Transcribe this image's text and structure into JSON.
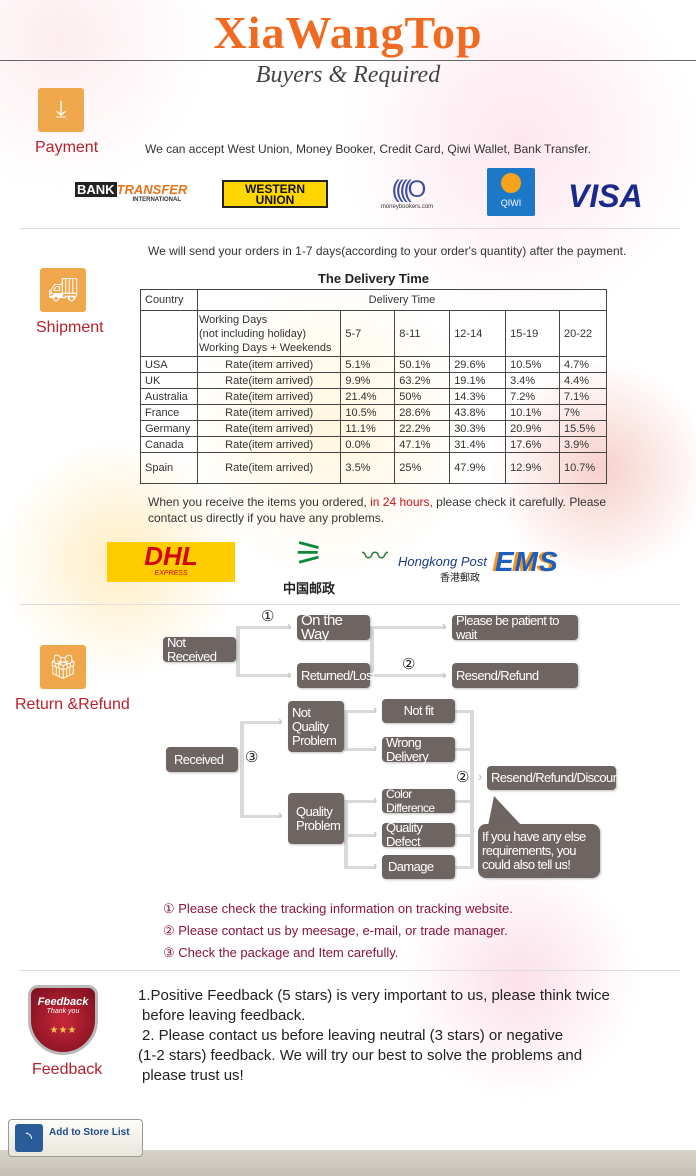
{
  "header": {
    "title": "XiaWangTop",
    "subtitle": "Buyers & Required"
  },
  "payment": {
    "label": "Payment",
    "text": "We can accept West Union, Money Booker, Credit Card, Qiwi Wallet, Bank Transfer.",
    "logos": {
      "bank": "BANK",
      "transfer": "TRANSFER",
      "international": "INTERNATIONAL",
      "western": "WESTERN",
      "union": "UNION",
      "moneybookers": "moneybookers.com",
      "qiwi": "QIWI",
      "visa": "VISA"
    }
  },
  "shipment": {
    "label": "Shipment",
    "intro": "We will send your orders in 1-7 days(according to your order's quantity) after the payment.",
    "table_title": "The Delivery Time",
    "headers": {
      "country": "Country",
      "delivery": "Delivery Time",
      "days_desc": [
        "Working Days",
        "(not including holiday)",
        "Working Days + Weekends"
      ],
      "ranges": [
        "5-7",
        "8-11",
        "12-14",
        "15-19",
        "20-22"
      ]
    },
    "rows": [
      {
        "country": "USA",
        "metric": "Rate(item arrived)",
        "values": [
          "5.1%",
          "50.1%",
          "29.6%",
          "10.5%",
          "4.7%"
        ]
      },
      {
        "country": "UK",
        "metric": "Rate(item arrived)",
        "values": [
          "9.9%",
          "63.2%",
          "19.1%",
          "3.4%",
          "4.4%"
        ]
      },
      {
        "country": "Australia",
        "metric": "Rate(item arrived)",
        "values": [
          "21.4%",
          "50%",
          "14.3%",
          "7.2%",
          "7.1%"
        ]
      },
      {
        "country": "France",
        "metric": "Rate(item arrived)",
        "values": [
          "10.5%",
          "28.6%",
          "43.8%",
          "10.1%",
          "7%"
        ]
      },
      {
        "country": "Germany",
        "metric": "Rate(item arrived)",
        "values": [
          "11.1%",
          "22.2%",
          "30.3%",
          "20.9%",
          "15.5%"
        ]
      },
      {
        "country": "Canada",
        "metric": "Rate(item arrived)",
        "values": [
          "0.0%",
          "47.1%",
          "31.4%",
          "17.6%",
          "3.9%"
        ]
      },
      {
        "country": "Spain",
        "metric": "Rate(item arrived)",
        "values": [
          "3.5%",
          "25%",
          "47.9%",
          "12.9%",
          "10.7%"
        ]
      }
    ],
    "note_pre": "When you receive the items you ordered, ",
    "note_highlight": "in 24 hours,",
    "note_post": " please check it carefully. Please contact us directly if you have any problems.",
    "carriers": {
      "dhl": "DHL",
      "dhl_sub": "EXPRESS",
      "chinapost": "中国邮政",
      "hkpost": "Hongkong Post",
      "hkpost_cn": "香港郵政",
      "ems": "EMS"
    }
  },
  "returns": {
    "label": "Return &Refund",
    "flow": {
      "not_received": "Not Received",
      "on_the_way": "On the Way",
      "returned_lost": "Returned/Lost",
      "patient": "Please be patient to wait",
      "resend_refund": "Resend/Refund",
      "received": "Received",
      "not_quality": "Not Quality Problem",
      "quality": "Quality Problem",
      "not_fit": "Not fit",
      "wrong_delivery": "Wrong Delivery",
      "color_difference": "Color Difference",
      "quality_defect": "Quality Defect",
      "damage": "Damage",
      "resend_refund_discount": "Resend/Refund/Discount",
      "bubble": "If you have any else requirements, you could also tell us!",
      "m1": "①",
      "m2": "②",
      "m3": "③"
    },
    "notes": [
      "① Please check the tracking information on tracking website.",
      "② Please contact us by meesage, e-mail, or trade manager.",
      "③ Check the package and Item carefully."
    ]
  },
  "feedback": {
    "label": "Feedback",
    "badge": "Feedback",
    "badge_sub": "Thank you",
    "lines": [
      "1.Positive Feedback (5 stars) is very important to us, please think twice",
      "before leaving feedback.",
      "2. Please contact us before leaving neutral (3 stars) or negative",
      "(1-2 stars) feedback. We will try our best to solve the problems and",
      "please trust us!"
    ]
  },
  "store_button": {
    "label": "Add to Store List"
  },
  "colors": {
    "brand": "#f06a22",
    "label_red": "#b8212c",
    "note": "#8a1538",
    "flow_box": "#6e6563"
  }
}
